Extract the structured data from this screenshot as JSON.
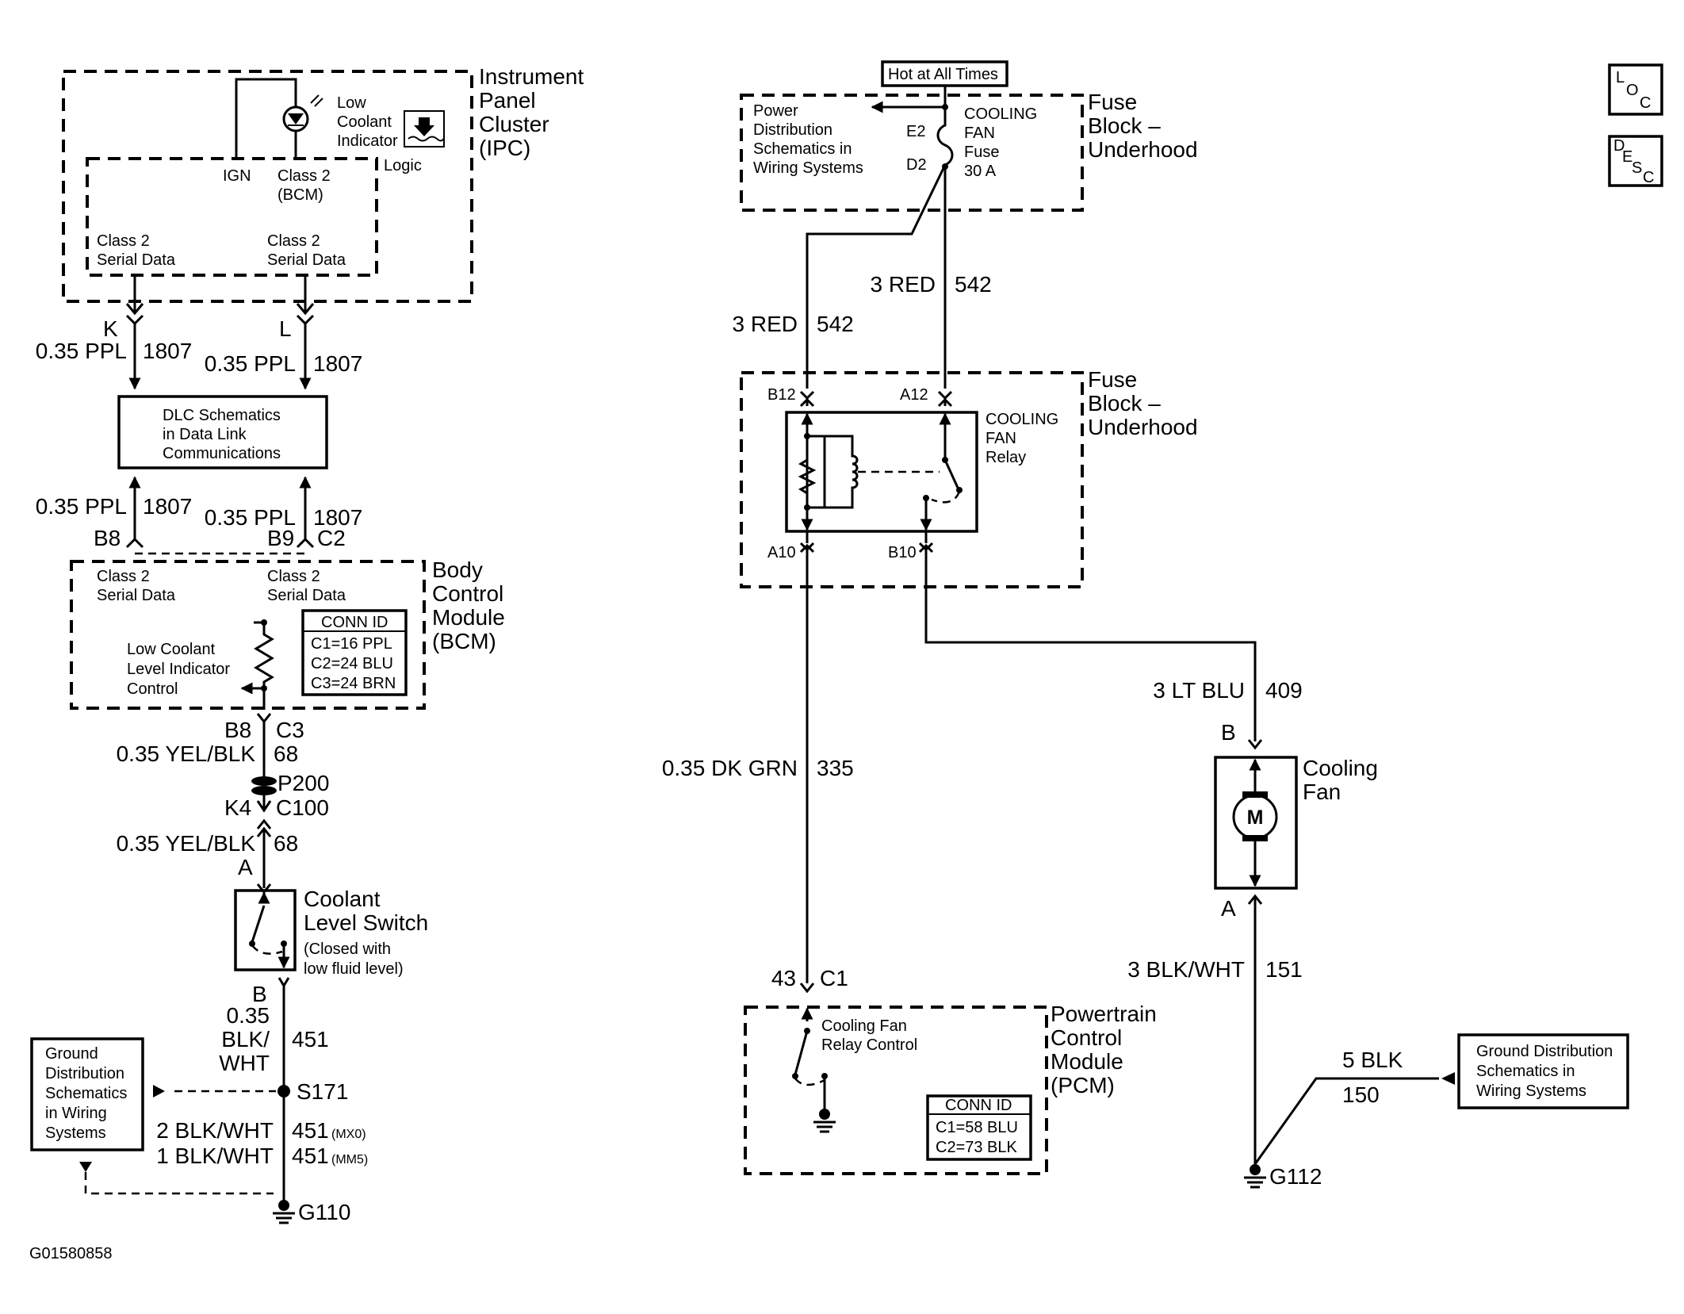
{
  "diagram_id": "G01580858",
  "ipc": {
    "title": [
      "Instrument",
      "Panel",
      "Cluster",
      "(IPC)"
    ],
    "indicator": [
      "Low",
      "Coolant",
      "Indicator"
    ],
    "logic": "Logic",
    "ign": "IGN",
    "class2": [
      "Class 2",
      "(BCM)"
    ],
    "serial_left": [
      "Class 2",
      "Serial Data"
    ],
    "serial_right": [
      "Class 2",
      "Serial Data"
    ]
  },
  "ipc_wires": {
    "k": "K",
    "l": "L",
    "left_gauge": "0.35 PPL",
    "left_circuit": "1807",
    "right_gauge": "0.35 PPL",
    "right_circuit": "1807"
  },
  "dlc": [
    "DLC Schematics",
    "in Data Link",
    "Communications"
  ],
  "bcm_wires": {
    "left_gauge": "0.35 PPL",
    "left_circuit": "1807",
    "left_pin": "B8",
    "right_gauge": "0.35 PPL",
    "right_circuit": "1807",
    "right_pin": "B9",
    "right_conn": "C2"
  },
  "bcm": {
    "title": [
      "Body",
      "Control",
      "Module",
      "(BCM)"
    ],
    "serial_left": [
      "Class 2",
      "Serial Data"
    ],
    "serial_right": [
      "Class 2",
      "Serial Data"
    ],
    "control": [
      "Low Coolant",
      "Level Indicator",
      "Control"
    ],
    "conn_id": [
      "CONN ID",
      "C1=16 PPL",
      "C2=24 BLU",
      "C3=24 BRN"
    ]
  },
  "left_chain": {
    "b8": "B8",
    "c3": "C3",
    "gauge1": "0.35 YEL/BLK",
    "circuit1": "68",
    "p200": "P200",
    "k4": "K4",
    "c100": "C100",
    "gauge2": "0.35 YEL/BLK",
    "circuit2": "68",
    "a": "A",
    "b": "B",
    "gauge3": [
      "0.35",
      "BLK/",
      "WHT"
    ],
    "circuit3": "451",
    "s171": "S171",
    "gauge4": "2 BLK/WHT",
    "circuit4": "451",
    "option4": "(MX0)",
    "gauge5": "1 BLK/WHT",
    "circuit5": "451",
    "option5": "(MM5)",
    "g110": "G110"
  },
  "coolant_switch": {
    "title": [
      "Coolant",
      "Level Switch"
    ],
    "note": [
      "(Closed with",
      "low fluid level)"
    ]
  },
  "ground_left": [
    "Ground",
    "Distribution",
    "Schematics",
    "in Wiring",
    "Systems"
  ],
  "fuse_top": {
    "hot": "Hot at All Times",
    "power": [
      "Power",
      "Distribution",
      "Schematics in",
      "Wiring Systems"
    ],
    "fuse": [
      "COOLING",
      "FAN",
      "Fuse",
      "30 A"
    ],
    "e2": "E2",
    "d2": "D2",
    "title": [
      "Fuse",
      "Block –",
      "Underhood"
    ]
  },
  "red_wires": {
    "left_gauge": "3 RED",
    "left_circuit": "542",
    "right_gauge": "3 RED",
    "right_circuit": "542"
  },
  "relay": {
    "b12": "B12",
    "a12": "A12",
    "label": [
      "COOLING",
      "FAN",
      "Relay"
    ],
    "title": [
      "Fuse",
      "Block –",
      "Underhood"
    ],
    "a10": "A10",
    "b10": "B10"
  },
  "fan_wires": {
    "blu_gauge": "3 LT BLU",
    "blu_circuit": "409",
    "grn_gauge": "0.35 DK GRN",
    "grn_circuit": "335",
    "b": "B",
    "a": "A",
    "blk_gauge": "3 BLK/WHT",
    "blk_circuit": "151",
    "gnd_gauge": "5 BLK",
    "gnd_circuit": "150",
    "g112": "G112"
  },
  "cooling_fan": {
    "title": [
      "Cooling",
      "Fan"
    ],
    "motor": "M"
  },
  "pcm": {
    "pin": "43",
    "conn": "C1",
    "control": [
      "Cooling Fan",
      "Relay Control"
    ],
    "title": [
      "Powertrain",
      "Control",
      "Module",
      "(PCM)"
    ],
    "conn_id": [
      "CONN ID",
      "C1=58 BLU",
      "C2=73 BLK"
    ]
  },
  "ground_right": [
    "Ground Distribution",
    "Schematics in",
    "Wiring Systems"
  ],
  "nav": {
    "loc": [
      "L",
      "O",
      "C"
    ],
    "desc": [
      "D",
      "E",
      "S",
      "C"
    ]
  }
}
